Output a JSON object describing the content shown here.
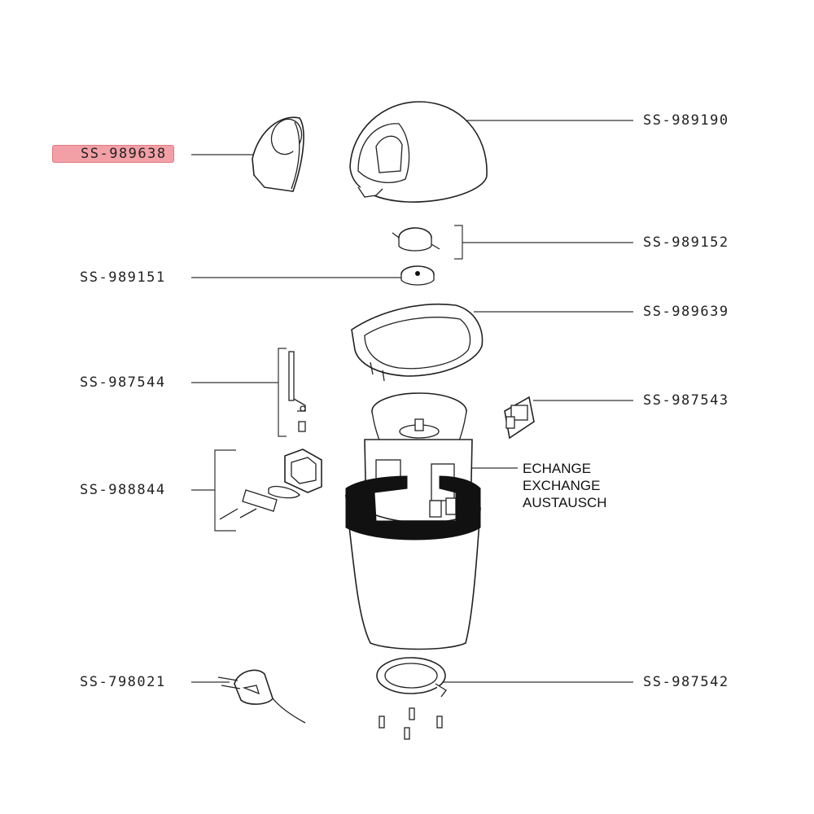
{
  "labels": {
    "p989638": "SS-989638",
    "p989190": "SS-989190",
    "p989152": "SS-989152",
    "p989151": "SS-989151",
    "p989639": "SS-989639",
    "p987544": "SS-987544",
    "p987543": "SS-987543",
    "p988844": "SS-988844",
    "p798021": "SS-798021",
    "p987542": "SS-987542"
  },
  "exchange_note": {
    "line1": "ECHANGE",
    "line2": "EXCHANGE",
    "line3": "AUSTAUSCH"
  },
  "colors": {
    "highlight": "#f2a0a6"
  }
}
